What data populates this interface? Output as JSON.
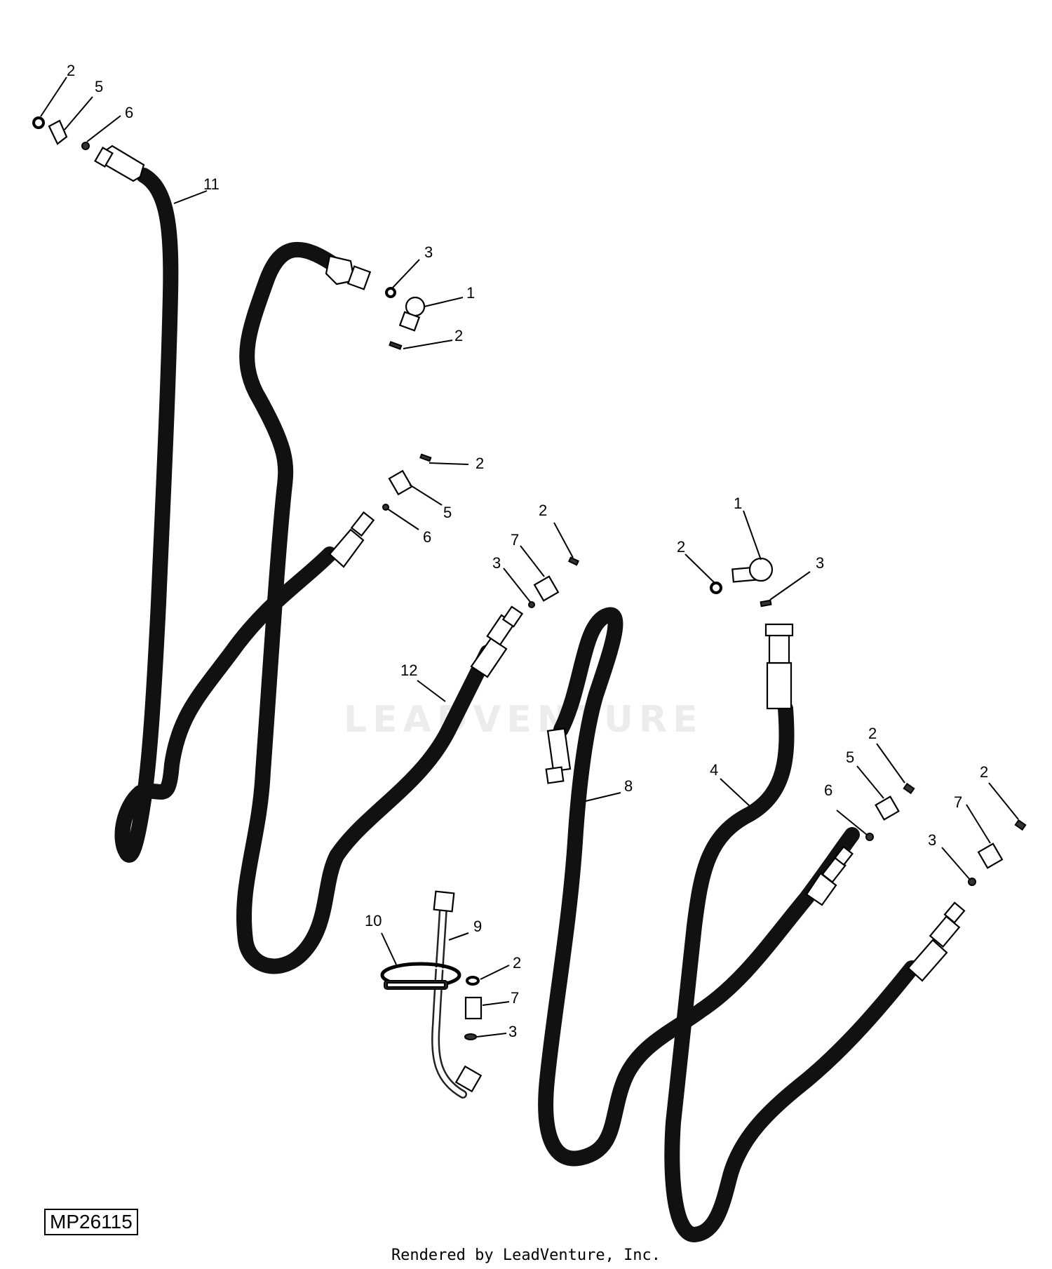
{
  "diagram_code": "MP26115",
  "footer_credit": "Rendered by LeadVenture, Inc.",
  "watermark": "LEADVENTURE",
  "callouts": {
    "c_2a": "2",
    "c_5a": "5",
    "c_6a": "6",
    "c_11": "11",
    "c_3a": "3",
    "c_1a": "1",
    "c_2b": "2",
    "c_2c": "2",
    "c_5b": "5",
    "c_6b": "6",
    "c_2d": "2",
    "c_7a": "7",
    "c_3b": "3",
    "c_12": "12",
    "c_1b": "1",
    "c_2e": "2",
    "c_3c": "3",
    "c_8": "8",
    "c_2f": "2",
    "c_5c": "5",
    "c_6c": "6",
    "c_4": "4",
    "c_2g": "2",
    "c_7b": "7",
    "c_3d": "3",
    "c_10": "10",
    "c_9": "9",
    "c_2h": "2",
    "c_7c": "7",
    "c_3e": "3"
  },
  "colors": {
    "hose": "#111111",
    "background": "#ffffff"
  }
}
